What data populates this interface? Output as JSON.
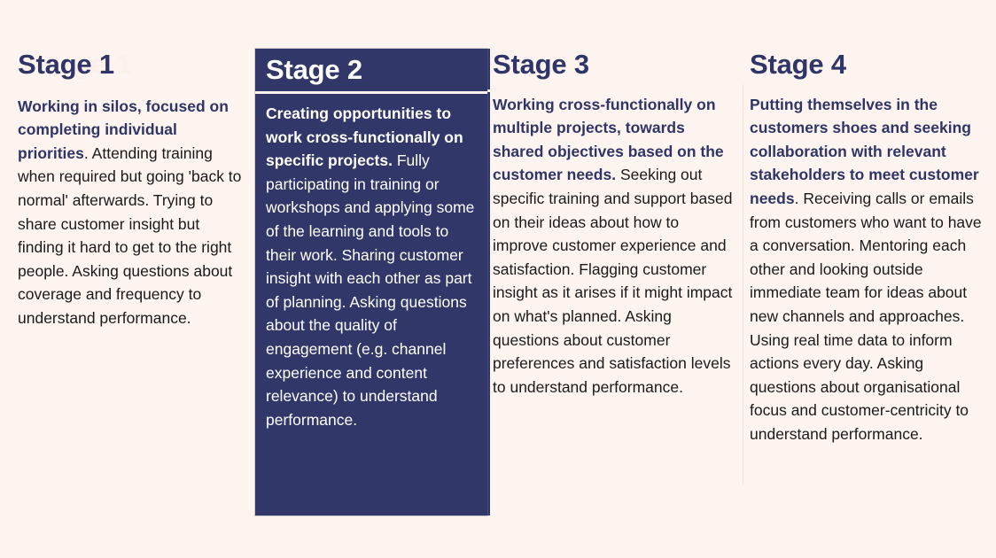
{
  "page": {
    "background_color": "#fdf3ef",
    "navy_color": "#313869",
    "title_color": "#2f3566",
    "body_color": "#1a1a1a",
    "ghost_color": "#fbf0ec"
  },
  "columns": [
    {
      "id": "stage-1",
      "title": "Stage 1",
      "ghost_title": "ge 1",
      "lead": "Working in silos, focused on completing individual priorities",
      "lead_tail": ".",
      "body": "Attending training when required but going 'back to normal' afterwards. Trying to share customer insight but finding it hard to get to the right people. Asking questions about coverage and frequency to understand performance.",
      "highlighted": false
    },
    {
      "id": "stage-2",
      "title": "Stage 2",
      "ghost_title": "",
      "lead": "Creating opportunities to work cross-functionally on specific projects.",
      "lead_tail": "",
      "body": "Fully participating in training or workshops and applying some of the learning and tools to their work. Sharing customer insight with each other as part of planning. Asking questions about the quality of engagement (e.g. channel experience and content relevance) to understand performance.",
      "highlighted": true
    },
    {
      "id": "stage-3",
      "title": "Stage 3",
      "ghost_title": "",
      "lead": "Working cross-functionally on multiple projects, towards shared objectives based on the customer needs.",
      "lead_tail": "",
      "body": " Seeking out specific training and support based on their ideas about how to improve customer experience and satisfaction. Flagging customer insight as it arises if it might impact on what's planned. Asking questions about customer preferences and satisfaction levels to understand performance.",
      "highlighted": false
    },
    {
      "id": "stage-4",
      "title": "Stage 4",
      "ghost_title": "",
      "lead": "Putting themselves in the customers shoes and seeking collaboration with relevant stakeholders  to meet customer needs",
      "lead_tail": ".",
      "body": "Receiving calls or emails from customers who want to have a conversation. Mentoring each other and looking outside immediate team for ideas about new channels and approaches. Using real time data to inform actions every day. Asking questions about organisational focus and customer-centricity to understand performance.",
      "highlighted": false
    }
  ]
}
